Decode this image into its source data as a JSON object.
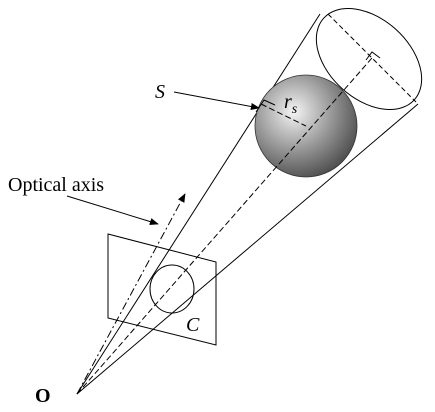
{
  "labels": {
    "sphere": "S",
    "radius": "r",
    "radius_sub": "s",
    "optical_axis": "Optical axis",
    "image_circle": "C",
    "origin": "O"
  },
  "colors": {
    "stroke": "#000000",
    "sphere_light": "#f2f2f2",
    "sphere_mid": "#8c8c8c",
    "sphere_dark": "#3a3a3a"
  }
}
